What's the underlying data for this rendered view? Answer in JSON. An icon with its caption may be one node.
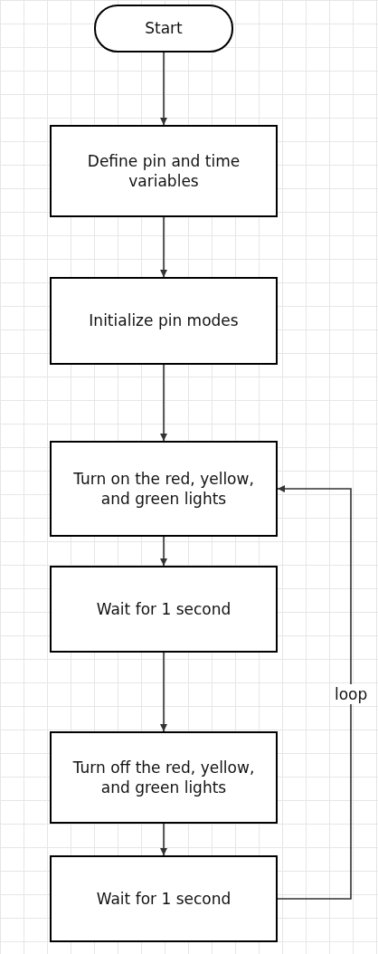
{
  "diagram": {
    "nodes": [
      {
        "text": [
          "Start"
        ]
      },
      {
        "text": [
          "Define pin and time variables"
        ]
      },
      {
        "text": [
          "Initialize pin modes"
        ]
      },
      {
        "text": [
          "Turn on the red, yellow, and green lights"
        ]
      },
      {
        "text": [
          "Wait for 1 second"
        ]
      },
      {
        "text": [
          "Turn off the red, yellow, and green lights"
        ]
      },
      {
        "text": [
          "Wait for 1 second"
        ]
      }
    ],
    "edges": [
      {
        "from": 0,
        "to": 1,
        "arrow": "to"
      },
      {
        "from": 1,
        "to": 2,
        "arrow": "to"
      },
      {
        "from": 2,
        "to": 3,
        "arrow": "to"
      },
      {
        "from": 3,
        "to": 4,
        "arrow": "to"
      },
      {
        "from": 4,
        "to": 5,
        "arrow": "to"
      },
      {
        "from": 5,
        "to": 6,
        "arrow": "to"
      },
      {
        "from": 6,
        "to": 3,
        "arrow": "to",
        "label": "loop"
      }
    ]
  }
}
